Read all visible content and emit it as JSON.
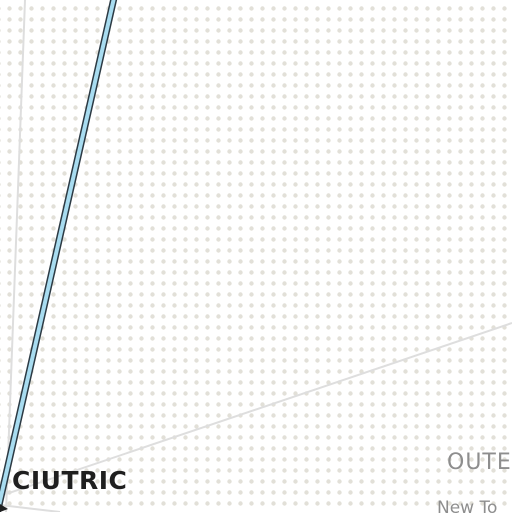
{
  "map": {
    "colors": {
      "background": "#ffffff",
      "dot_pattern": "#e2e0d8",
      "water_fill": "#a8dcf0",
      "water_outline": "#2c3a44",
      "road": "#dedede",
      "label_dark": "#1f1f1f",
      "label_gray": "#8e8e8e"
    },
    "labels": {
      "place": "CIUTRIC",
      "district": "OUTE",
      "neighborhood": "New To"
    }
  }
}
